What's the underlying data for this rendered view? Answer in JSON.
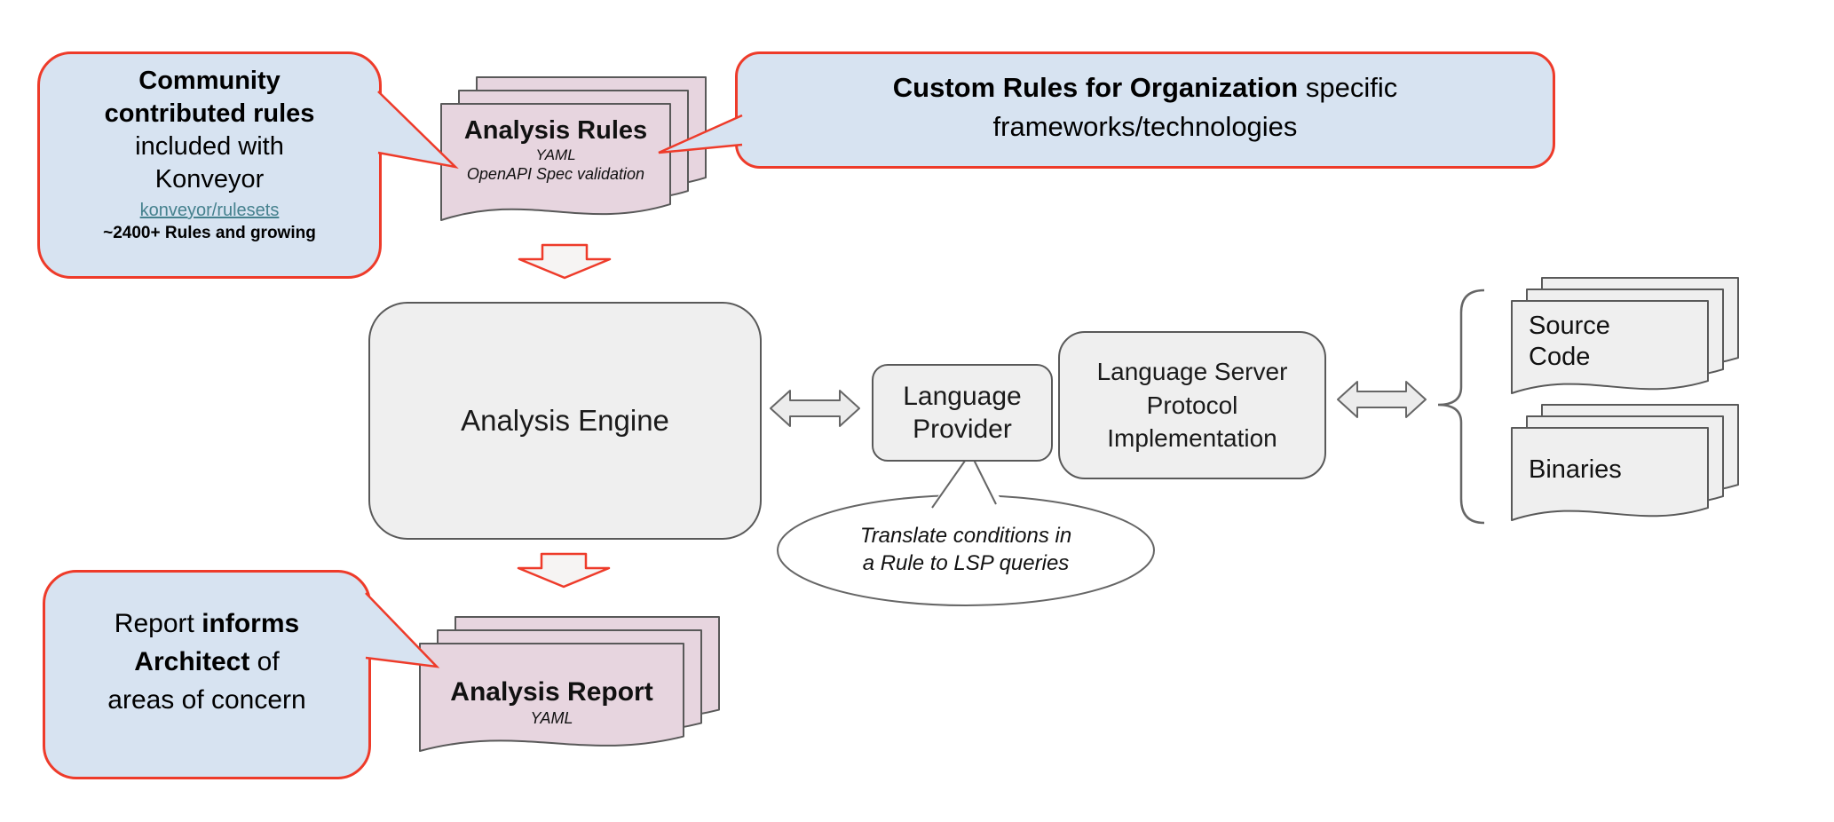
{
  "colors": {
    "callout_fill": "#d7e3f1",
    "callout_border": "#ee3b2a",
    "document_pink": "#e7d5df",
    "shape_gray": "#efefef",
    "outline_gray": "#595959",
    "link_teal": "#45818e",
    "red_arrow_fill": "#f6f4f3"
  },
  "callouts": {
    "community": {
      "line1": "Community",
      "line2": "contributed rules",
      "line3": "included with",
      "line4": "Konveyor",
      "link": "konveyor/rulesets",
      "note": "~2400+ Rules and growing"
    },
    "custom_rules": {
      "bold": "Custom Rules for Organization",
      "rest": " specific",
      "line2": "frameworks/technologies"
    },
    "report": {
      "seg1": "Report ",
      "seg2": "informs",
      "seg3": "Architect",
      "seg4": " of",
      "seg5": "areas of concern"
    }
  },
  "documents": {
    "analysis_rules": {
      "title": "Analysis Rules",
      "format": "YAML",
      "note": "OpenAPI Spec validation"
    },
    "analysis_report": {
      "title": "Analysis Report",
      "format": "YAML"
    },
    "source_code": {
      "label": "Source Code"
    },
    "binaries": {
      "label": "Binaries"
    }
  },
  "boxes": {
    "analysis_engine": {
      "label": "Analysis Engine"
    },
    "language_provider": {
      "label": "Language Provider"
    },
    "lsp_implementation": {
      "label": "Language Server Protocol Implementation"
    }
  },
  "speech_bubble": {
    "text": "Translate conditions in\na Rule to LSP queries"
  }
}
